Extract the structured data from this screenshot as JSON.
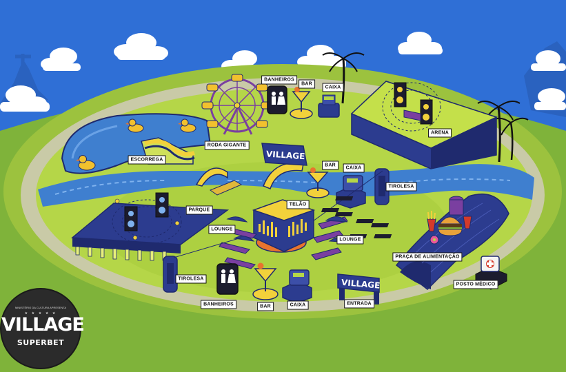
{
  "labels": {
    "banheiros_top": "BANHEIROS",
    "bar_top": "BAR",
    "caixa_top": "CAIXA",
    "arena": "ARENA",
    "roda_gigante": "RODA GIGANTE",
    "escorrega": "ESCORREGA",
    "bar_mid": "BAR",
    "caixa_mid": "CAIXA",
    "tirolesa_right": "TIROLESA",
    "parque": "PARQUE",
    "telao": "TELÃO",
    "lounge_left": "LOUNGE",
    "lounge_right": "LOUNGE",
    "praca": "PRAÇA DE ALIMENTAÇÃO",
    "posto": "POSTO MÉDICO",
    "tirolesa_left": "TIROLESA",
    "banheiros_bottom": "BANHEIROS",
    "bar_bottom": "BAR",
    "caixa_bottom": "CAIXA",
    "entrada": "ENTRADA"
  },
  "signs": {
    "village_top": "VILLAGE",
    "village_entrance": "VILLAGE"
  },
  "logo": {
    "subtitle": "MINISTÉRIO DA CULTURA APRESENTA",
    "stars": "★ ★ ★ ★ ★",
    "name": "VILLAGE",
    "brand": "SUPERBET"
  },
  "colors": {
    "sky": "#2f6fd6",
    "grass": "#a9c93a",
    "track": "#c8c9a8",
    "field": "#b5d648",
    "water": "#3f7fcf",
    "navy": "#1f2a6e",
    "accent_yellow": "#f2d13b"
  },
  "icons": {
    "ferris_wheel": "ferris-wheel-icon",
    "speaker": "speaker-icon",
    "cash_register": "cash-register-icon",
    "cocktail": "cocktail-icon",
    "toilet": "restroom-icon",
    "duck": "rubber-duck-icon",
    "palm": "palm-tree-icon",
    "burger": "burger-icon",
    "first_aid": "first-aid-icon"
  }
}
